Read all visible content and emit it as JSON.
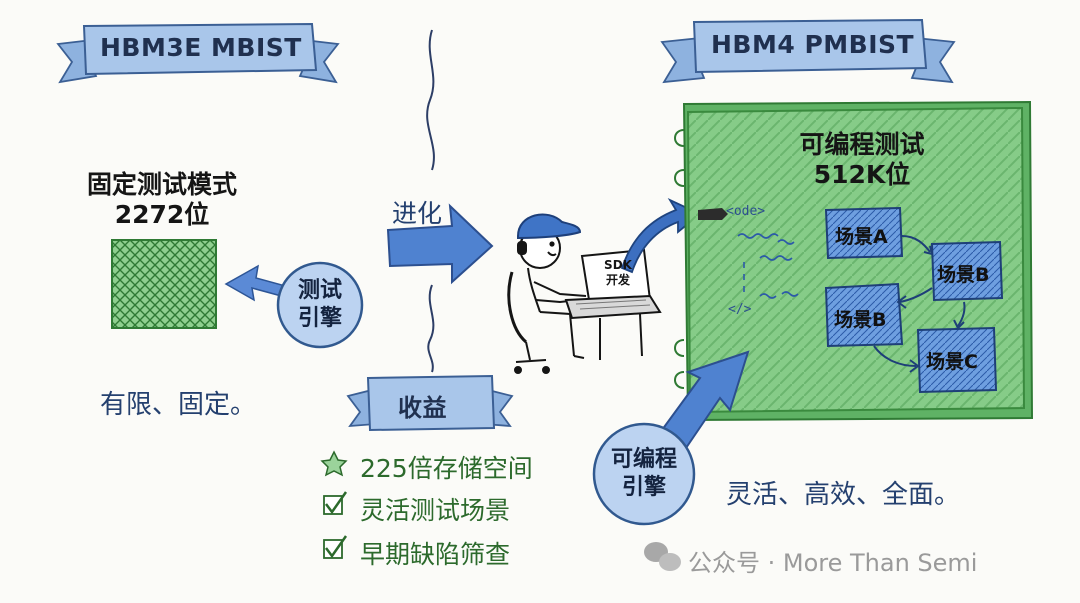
{
  "left": {
    "banner": "HBM3E MBIST",
    "heading_line1": "固定测试模式",
    "heading_line2": "2272位",
    "engine_line1": "测试",
    "engine_line2": "引擎",
    "summary": "有限、固定。"
  },
  "middle": {
    "evolution": "进化",
    "laptop_line1": "SDK",
    "laptop_line2": "开发",
    "benefits_banner": "收益",
    "benefits": [
      "225倍存储空间",
      "灵活测试场景",
      "早期缺陷筛查"
    ]
  },
  "right": {
    "banner": "HBM4 PMBIST",
    "heading_line1": "可编程测试",
    "heading_line2": "512K位",
    "code_tag": "<ode>",
    "code_close": "</>",
    "scenes": [
      "场景A",
      "场景B",
      "场景B",
      "场景C"
    ],
    "engine_line1": "可编程",
    "engine_line2": "引擎",
    "summary": "灵活、高效、全面。"
  },
  "watermark": "公众号 · More Than Semi",
  "colors": {
    "banner_fill": "#a9c6ea",
    "arrow_blue": "#4f82d0",
    "green_board": "#7ac77e",
    "scene_box": "#5f95db",
    "circle_fill": "#bcd3f1"
  }
}
